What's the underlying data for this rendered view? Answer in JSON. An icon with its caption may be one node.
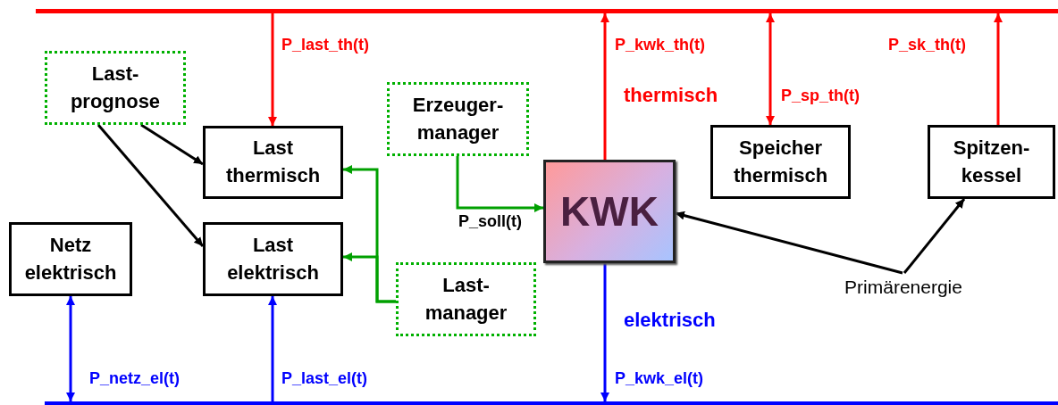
{
  "diagram": {
    "nodes": [
      {
        "text": [],
        "shape": "bar"
      },
      {
        "text": [
          "Last-prognose"
        ]
      },
      {
        "text": [
          "Erzeuger-manager"
        ]
      },
      {
        "text": [
          "Last thermisch"
        ]
      },
      {
        "text": [
          "Speicher thermisch"
        ]
      },
      {
        "text": [
          "Spitzen-kessel"
        ]
      },
      {
        "text": [
          "KWK"
        ]
      },
      {
        "text": [
          "Netz elektrisch"
        ]
      },
      {
        "text": [
          "Last elektrisch"
        ]
      },
      {
        "text": [
          "Last-manager"
        ]
      },
      {
        "text": [
          "Primärenergie"
        ]
      },
      {
        "text": [],
        "shape": "bar"
      }
    ],
    "edges": [
      {
        "from": 0,
        "to": 3,
        "arrow": "to",
        "label": "P_last_th(t)",
        "color": "#ff0000"
      },
      {
        "from": 6,
        "to": 0,
        "arrow": "to",
        "label": "P_kwk_th(t)",
        "color": "#ff0000"
      },
      {
        "from": 0,
        "to": 4,
        "arrow": "both",
        "label": "P_sp_th(t)",
        "color": "#ff0000"
      },
      {
        "from": 5,
        "to": 0,
        "arrow": "to",
        "label": "P_sk_th(t)",
        "color": "#ff0000"
      },
      {
        "from": 1,
        "to": 3,
        "arrow": "to",
        "color": "#000000"
      },
      {
        "from": 1,
        "to": 8,
        "arrow": "to",
        "color": "#000000"
      },
      {
        "from": 9,
        "to": 3,
        "arrow": "to",
        "color": "#00a000"
      },
      {
        "from": 9,
        "to": 8,
        "arrow": "to",
        "color": "#00a000"
      },
      {
        "from": 2,
        "to": 6,
        "arrow": "to",
        "label": "P_soll(t)",
        "color": "#00a000"
      },
      {
        "from": 10,
        "to": 6,
        "arrow": "to",
        "color": "#000000"
      },
      {
        "from": 10,
        "to": 5,
        "arrow": "to",
        "color": "#000000"
      },
      {
        "from": 7,
        "to": 11,
        "arrow": "both",
        "label": "P_netz_el(t)",
        "color": "#0000ff"
      },
      {
        "from": 11,
        "to": 8,
        "arrow": "to",
        "label": "P_last_el(t)",
        "color": "#0000ff"
      },
      {
        "from": 6,
        "to": 11,
        "arrow": "to",
        "label": "P_kwk_el(t)",
        "color": "#0000ff"
      }
    ],
    "labels": [
      "thermisch",
      "elektrisch"
    ]
  }
}
